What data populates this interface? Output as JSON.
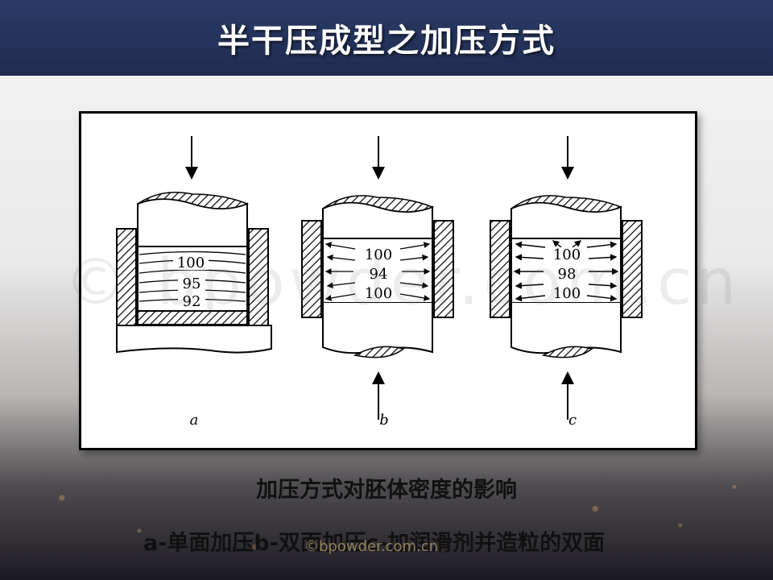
{
  "title": "半干压成型之加压方式",
  "watermark": "© bpowder.com.cn",
  "watermark_small": "©bpowder.com.cn",
  "caption": "加压方式对胚体密度的影响",
  "legend": "a-单面加压b-双面加压c-加润滑剂并造粒的双面",
  "diagrams": [
    {
      "label": "a",
      "densities": [
        "100",
        "95",
        "92"
      ]
    },
    {
      "label": "b",
      "densities": [
        "100",
        "94",
        "100"
      ]
    },
    {
      "label": "c",
      "densities": [
        "100",
        "98",
        "100"
      ]
    }
  ]
}
